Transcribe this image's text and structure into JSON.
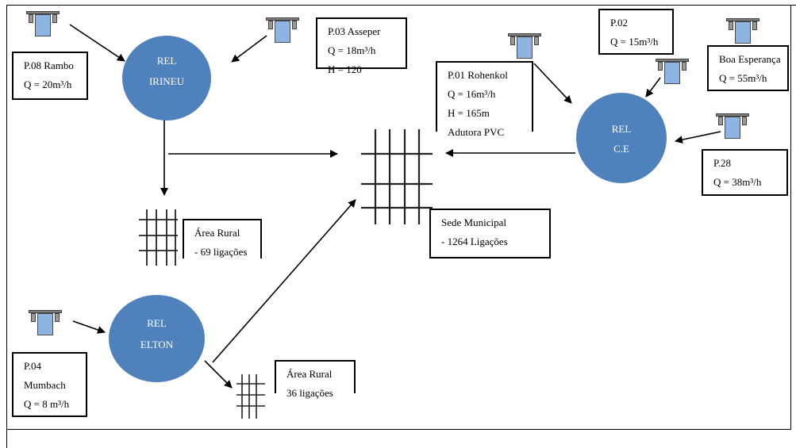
{
  "nodes": {
    "irineu": {
      "line1": "REL",
      "line2": "IRINEU",
      "color": "#4f81bd"
    },
    "elton": {
      "line1": "REL",
      "line2": "ELTON",
      "color": "#4f81bd"
    },
    "ce": {
      "line1": "REL",
      "line2": "C.E",
      "color": "#4f81bd"
    }
  },
  "wells": {
    "p08": {
      "name": "P.08 Rambo",
      "flow": "Q = 20m³/h"
    },
    "p03": {
      "name": "P.03 Asseper",
      "flow": "Q = 18m³/h",
      "cut": "H = 120"
    },
    "p01": {
      "name": "P.01 Rohenkol",
      "flow": "Q = 16m³/h",
      "head": "H = 165m",
      "cut": "Adutora PVC"
    },
    "p02": {
      "name": "P.02",
      "flow": "Q = 15m³/h"
    },
    "boa": {
      "name": "Boa Esperança",
      "flow": "Q = 55m³/h"
    },
    "p28": {
      "name": "P.28",
      "flow": "Q = 38m³/h"
    },
    "p04": {
      "name": "P.04",
      "place": "Mumbach",
      "flow": "Q = 8 m³/h"
    }
  },
  "areas": {
    "rural1": {
      "name": "Área Rural",
      "detail": "- 69 ligações"
    },
    "rural2": {
      "name": "Área Rural",
      "detail": "36 ligações"
    },
    "sede": {
      "name": "Sede Municipal",
      "detail": "- 1264 Ligações"
    }
  },
  "icons": {
    "well": "well-pump-icon",
    "grid": "distribution-grid-icon"
  }
}
